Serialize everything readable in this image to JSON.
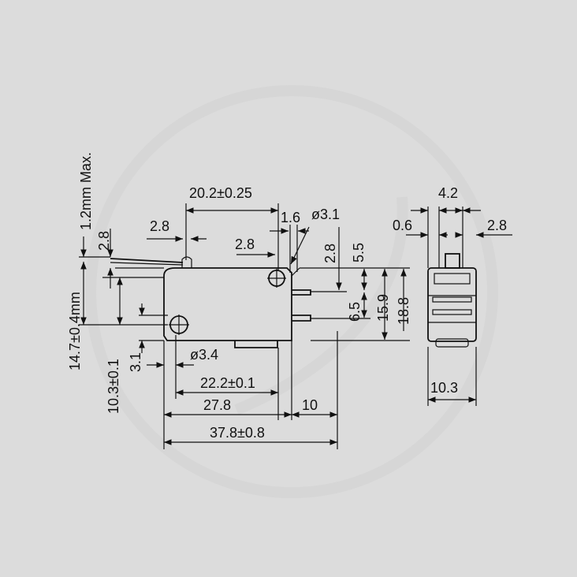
{
  "dimensions": {
    "lever_max": "1.2mm Max.",
    "lever_gap": "2.8",
    "total_height": "14.7±0.4mm",
    "mount_height": "10.3±0.1",
    "mount_offset": "3.1",
    "hole_spacing_top": "20.2±0.25",
    "lever_width": "2.8",
    "roller_offset": "1.6",
    "roller_dia": "ø3.1",
    "roller_gap": "2.8",
    "terminal_gap": "2.8",
    "dim_5_5": "5.5",
    "dim_6_5": "6.5",
    "dim_15_9": "15.9",
    "dim_18_8": "18.8",
    "hole_dia": "ø3.4",
    "hole_spacing": "22.2±0.1",
    "body_length": "27.8",
    "terminal_length": "10",
    "overall_length": "37.8±0.8",
    "width_top": "4.2",
    "width_gap": "0.6",
    "width_side": "2.8",
    "body_width": "10.3"
  }
}
